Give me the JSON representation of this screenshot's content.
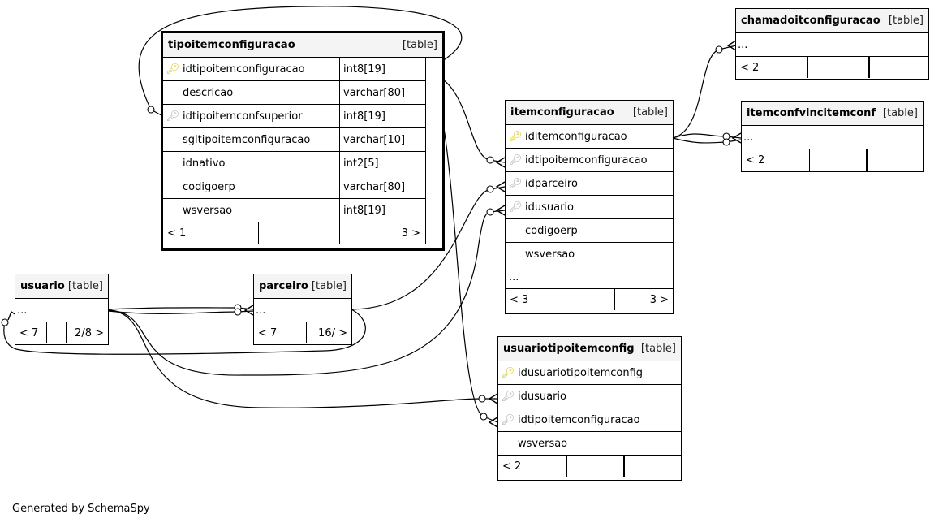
{
  "tables": {
    "tipoitemconfiguracao": {
      "name": "tipoitemconfiguracao",
      "type": "[table]",
      "columns": [
        {
          "name": "idtipoitemconfiguracao",
          "datatype": "int8[19]",
          "key": "pk"
        },
        {
          "name": "descricao",
          "datatype": "varchar[80]",
          "key": ""
        },
        {
          "name": "idtipoitemconfsuperior",
          "datatype": "int8[19]",
          "key": "fk"
        },
        {
          "name": "sgltipoitemconfiguracao",
          "datatype": "varchar[10]",
          "key": ""
        },
        {
          "name": "idnativo",
          "datatype": "int2[5]",
          "key": ""
        },
        {
          "name": "codigoerp",
          "datatype": "varchar[80]",
          "key": ""
        },
        {
          "name": "wsversao",
          "datatype": "int8[19]",
          "key": ""
        }
      ],
      "footer": [
        "< 1",
        "",
        "3 >"
      ]
    },
    "chamadoitconfiguracao": {
      "name": "chamadoitconfiguracao",
      "type": "[table]",
      "rows": [
        "..."
      ],
      "footer": [
        "< 2",
        "",
        ""
      ]
    },
    "itemconfiguracao": {
      "name": "itemconfiguracao",
      "type": "[table]",
      "columns": [
        {
          "name": "iditemconfiguracao",
          "key": "pk"
        },
        {
          "name": "idtipoitemconfiguracao",
          "key": "fk"
        },
        {
          "name": "idparceiro",
          "key": "fk"
        },
        {
          "name": "idusuario",
          "key": "fk"
        },
        {
          "name": "codigoerp",
          "key": ""
        },
        {
          "name": "wsversao",
          "key": ""
        }
      ],
      "more": "...",
      "footer": [
        "< 3",
        "",
        "3 >"
      ]
    },
    "itemconfvincitemconf": {
      "name": "itemconfvincitemconf",
      "type": "[table]",
      "rows": [
        "..."
      ],
      "footer": [
        "< 2",
        "",
        ""
      ]
    },
    "usuario": {
      "name": "usuario",
      "type": "[table]",
      "rows": [
        "..."
      ],
      "footer": [
        "< 7",
        "",
        "2/8 >"
      ]
    },
    "parceiro": {
      "name": "parceiro",
      "type": "[table]",
      "rows": [
        "..."
      ],
      "footer": [
        "< 7",
        "",
        "16/ >"
      ]
    },
    "usuariotipoitemconfig": {
      "name": "usuariotipoitemconfig",
      "type": "[table]",
      "columns": [
        {
          "name": "idusuariotipoitemconfig",
          "key": "pk"
        },
        {
          "name": "idusuario",
          "key": "fk"
        },
        {
          "name": "idtipoitemconfiguracao",
          "key": "fk"
        },
        {
          "name": "wsversao",
          "key": ""
        }
      ],
      "footer": [
        "< 2",
        "",
        ""
      ]
    }
  },
  "icons": {
    "primary_key": "key-icon",
    "foreign_key": "key-icon"
  },
  "colors": {
    "primary_key": "#d8c400",
    "foreign_key": "#aaaaaa"
  },
  "caption": "Generated by SchemaSpy"
}
